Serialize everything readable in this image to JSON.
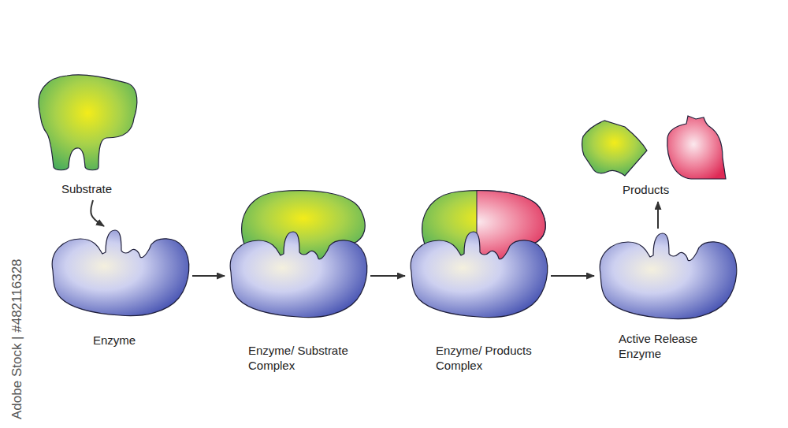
{
  "diagram": {
    "nodes": [
      {
        "text": [
          "Substrate"
        ]
      },
      {
        "text": [
          "Enzyme"
        ]
      },
      {
        "text": [
          "Enzyme/ Substrate Complex"
        ]
      },
      {
        "text": [
          "Enzyme/ Products Complex"
        ]
      },
      {
        "text": [
          "Active Release Enzyme"
        ]
      },
      {
        "text": [
          "Products"
        ]
      }
    ],
    "edges": [
      {
        "from": 0,
        "to": 1,
        "arrow": "to"
      },
      {
        "from": 1,
        "to": 2,
        "arrow": "to"
      },
      {
        "from": 2,
        "to": 3,
        "arrow": "to"
      },
      {
        "from": 3,
        "to": 4,
        "arrow": "to"
      },
      {
        "from": 4,
        "to": 5,
        "arrow": "to"
      }
    ],
    "labels": [
      "Adobe Stock | #482116328"
    ]
  }
}
